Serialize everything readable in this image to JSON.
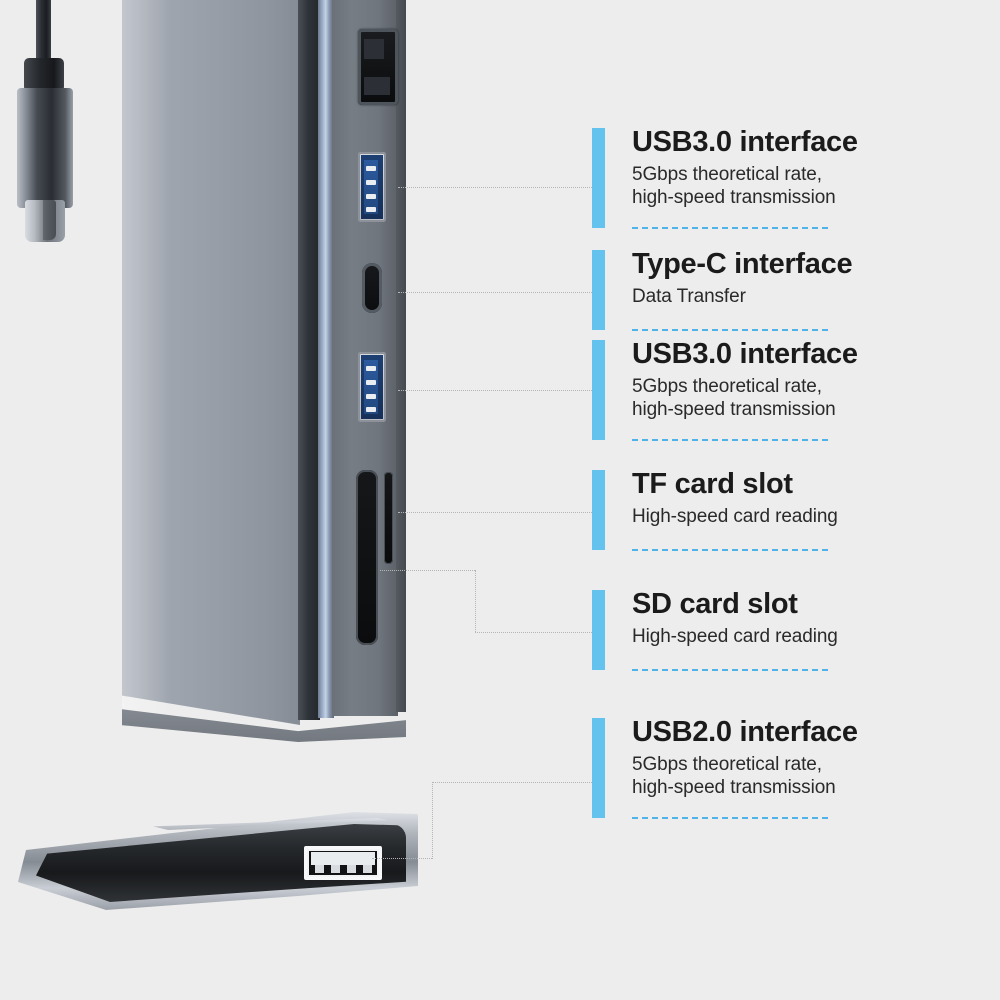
{
  "page": {
    "type": "product-infographic",
    "subject": "USB-C multiport hub / docking station",
    "background_color": "#ededed",
    "accent_color": "#64c2ee",
    "dash_color": "#4eb3e8",
    "leader_color": "#b5b5b5"
  },
  "product": {
    "cable": {
      "icon": "usb-c-connector-icon",
      "label": "USB-C cable connector"
    },
    "body": {
      "label": "vertical hub body",
      "finish_color": "#9aa0aa"
    },
    "base": {
      "label": "angled base stand",
      "finish_color": "#26292c"
    },
    "ports": [
      {
        "id": "rj45",
        "icon": "ethernet-port-icon",
        "label": "RJ45 Ethernet port"
      },
      {
        "id": "usb3a",
        "icon": "usb-a-port-icon",
        "label": "USB3.0 port (upper)"
      },
      {
        "id": "typec",
        "icon": "usb-c-port-icon",
        "label": "Type-C port"
      },
      {
        "id": "usb3b",
        "icon": "usb-a-port-icon",
        "label": "USB3.0 port (lower)"
      },
      {
        "id": "tf",
        "icon": "tf-card-slot-icon",
        "label": "TF card slot"
      },
      {
        "id": "sd",
        "icon": "sd-card-slot-icon",
        "label": "SD card slot"
      },
      {
        "id": "usb2",
        "icon": "usb-a-port-icon",
        "label": "USB2.0 port on base"
      }
    ]
  },
  "callouts": [
    {
      "id": "usb3-top",
      "title": "USB3.0 interface",
      "desc_line1": "5Gbps theoretical rate,",
      "desc_line2": "high-speed transmission"
    },
    {
      "id": "type-c",
      "title": "Type-C interface",
      "desc_line1": "Data Transfer",
      "desc_line2": ""
    },
    {
      "id": "usb3-bottom",
      "title": "USB3.0 interface",
      "desc_line1": "5Gbps theoretical rate,",
      "desc_line2": "high-speed transmission"
    },
    {
      "id": "tf-card",
      "title": "TF card slot",
      "desc_line1": "High-speed card reading",
      "desc_line2": ""
    },
    {
      "id": "sd-card",
      "title": "SD card slot",
      "desc_line1": "High-speed card reading",
      "desc_line2": ""
    },
    {
      "id": "usb2",
      "title": "USB2.0 interface",
      "desc_line1": "5Gbps theoretical rate,",
      "desc_line2": "high-speed transmission"
    }
  ]
}
